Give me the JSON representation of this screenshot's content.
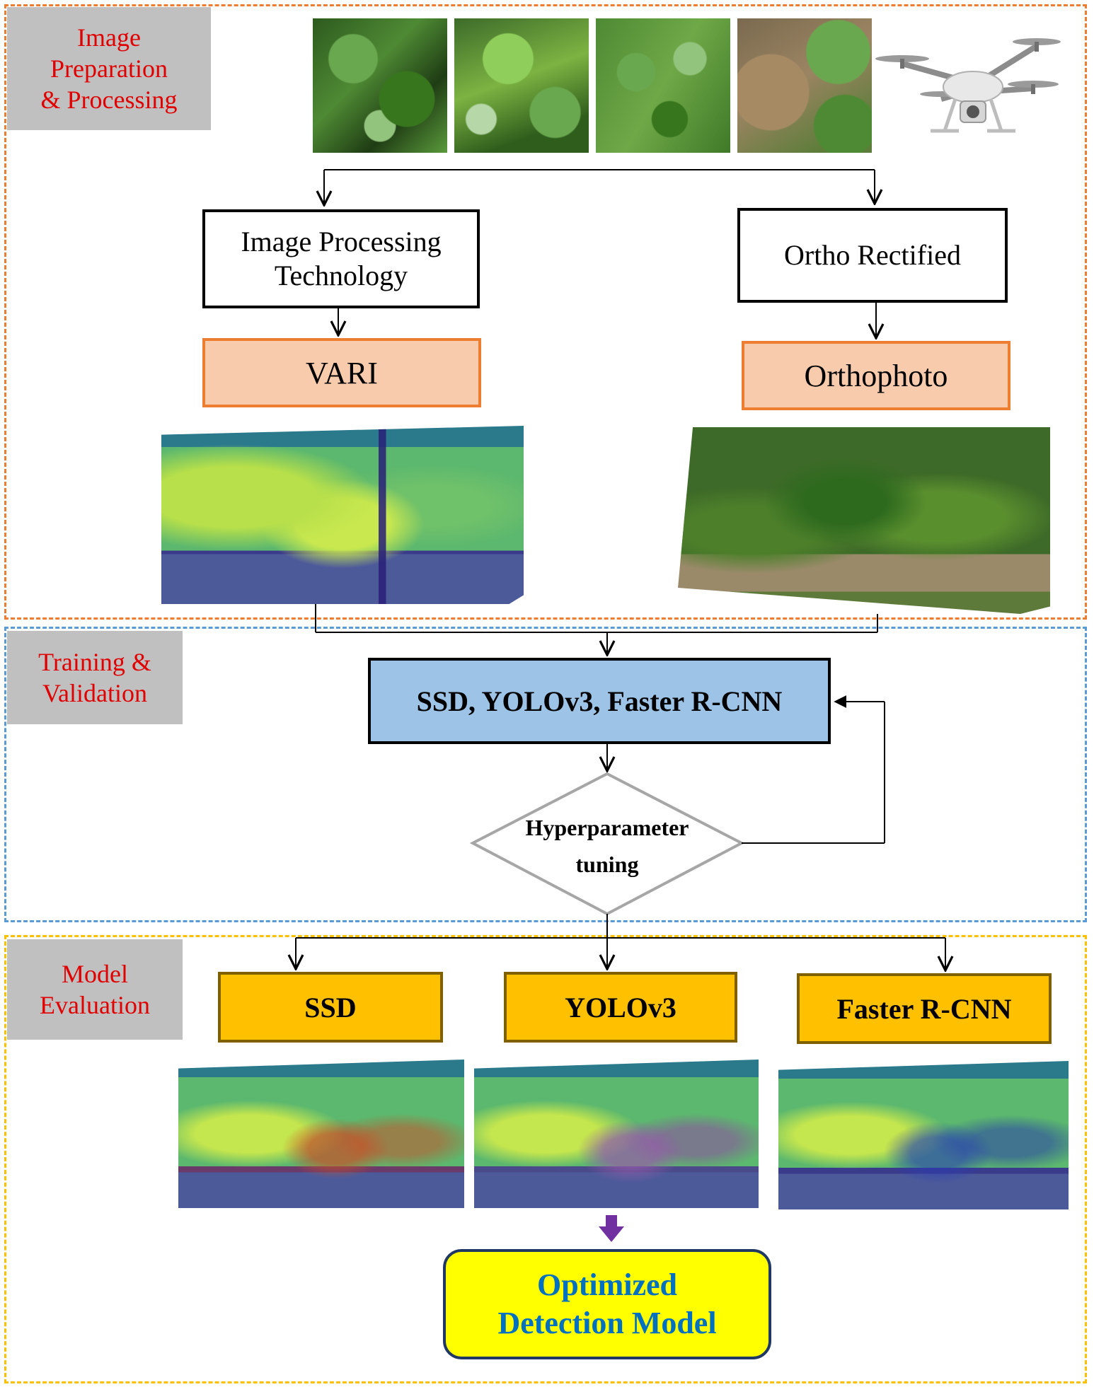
{
  "sections": {
    "preparation": {
      "label": "Image\nPreparation\n& Processing",
      "border_color": "#ed7d31"
    },
    "training": {
      "label": "Training &\nValidation",
      "border_color": "#5b9bd5"
    },
    "evaluation": {
      "label": "Model\nEvaluation",
      "border_color": "#ffc000"
    }
  },
  "boxes": {
    "image_processing": "Image Processing\nTechnology",
    "ortho_rectified": "Ortho Rectified",
    "vari": "VARI",
    "orthophoto": "Orthophoto",
    "models": "SSD, YOLOv3, Faster R-CNN",
    "hyperparameter": "Hyperparameter\ntuning",
    "ssd": "SSD",
    "yolov3": "YOLOv3",
    "faster_rcnn": "Faster R-CNN",
    "optimized": "Optimized\nDetection Model"
  },
  "images": {
    "drone_photos": [
      "aerial-banana-photo-1",
      "aerial-banana-photo-2",
      "aerial-grass-photo",
      "aerial-field-photo"
    ],
    "drone": "drone-icon",
    "vari_map": "vari-index-map",
    "orthophoto_map": "orthophoto-map",
    "detections": [
      "ssd-detection-map",
      "yolov3-detection-map",
      "faster-rcnn-detection-map"
    ]
  },
  "colors": {
    "label_text": "#e00000",
    "final_text": "#0070c0",
    "arrow_purple": "#7030a0"
  }
}
